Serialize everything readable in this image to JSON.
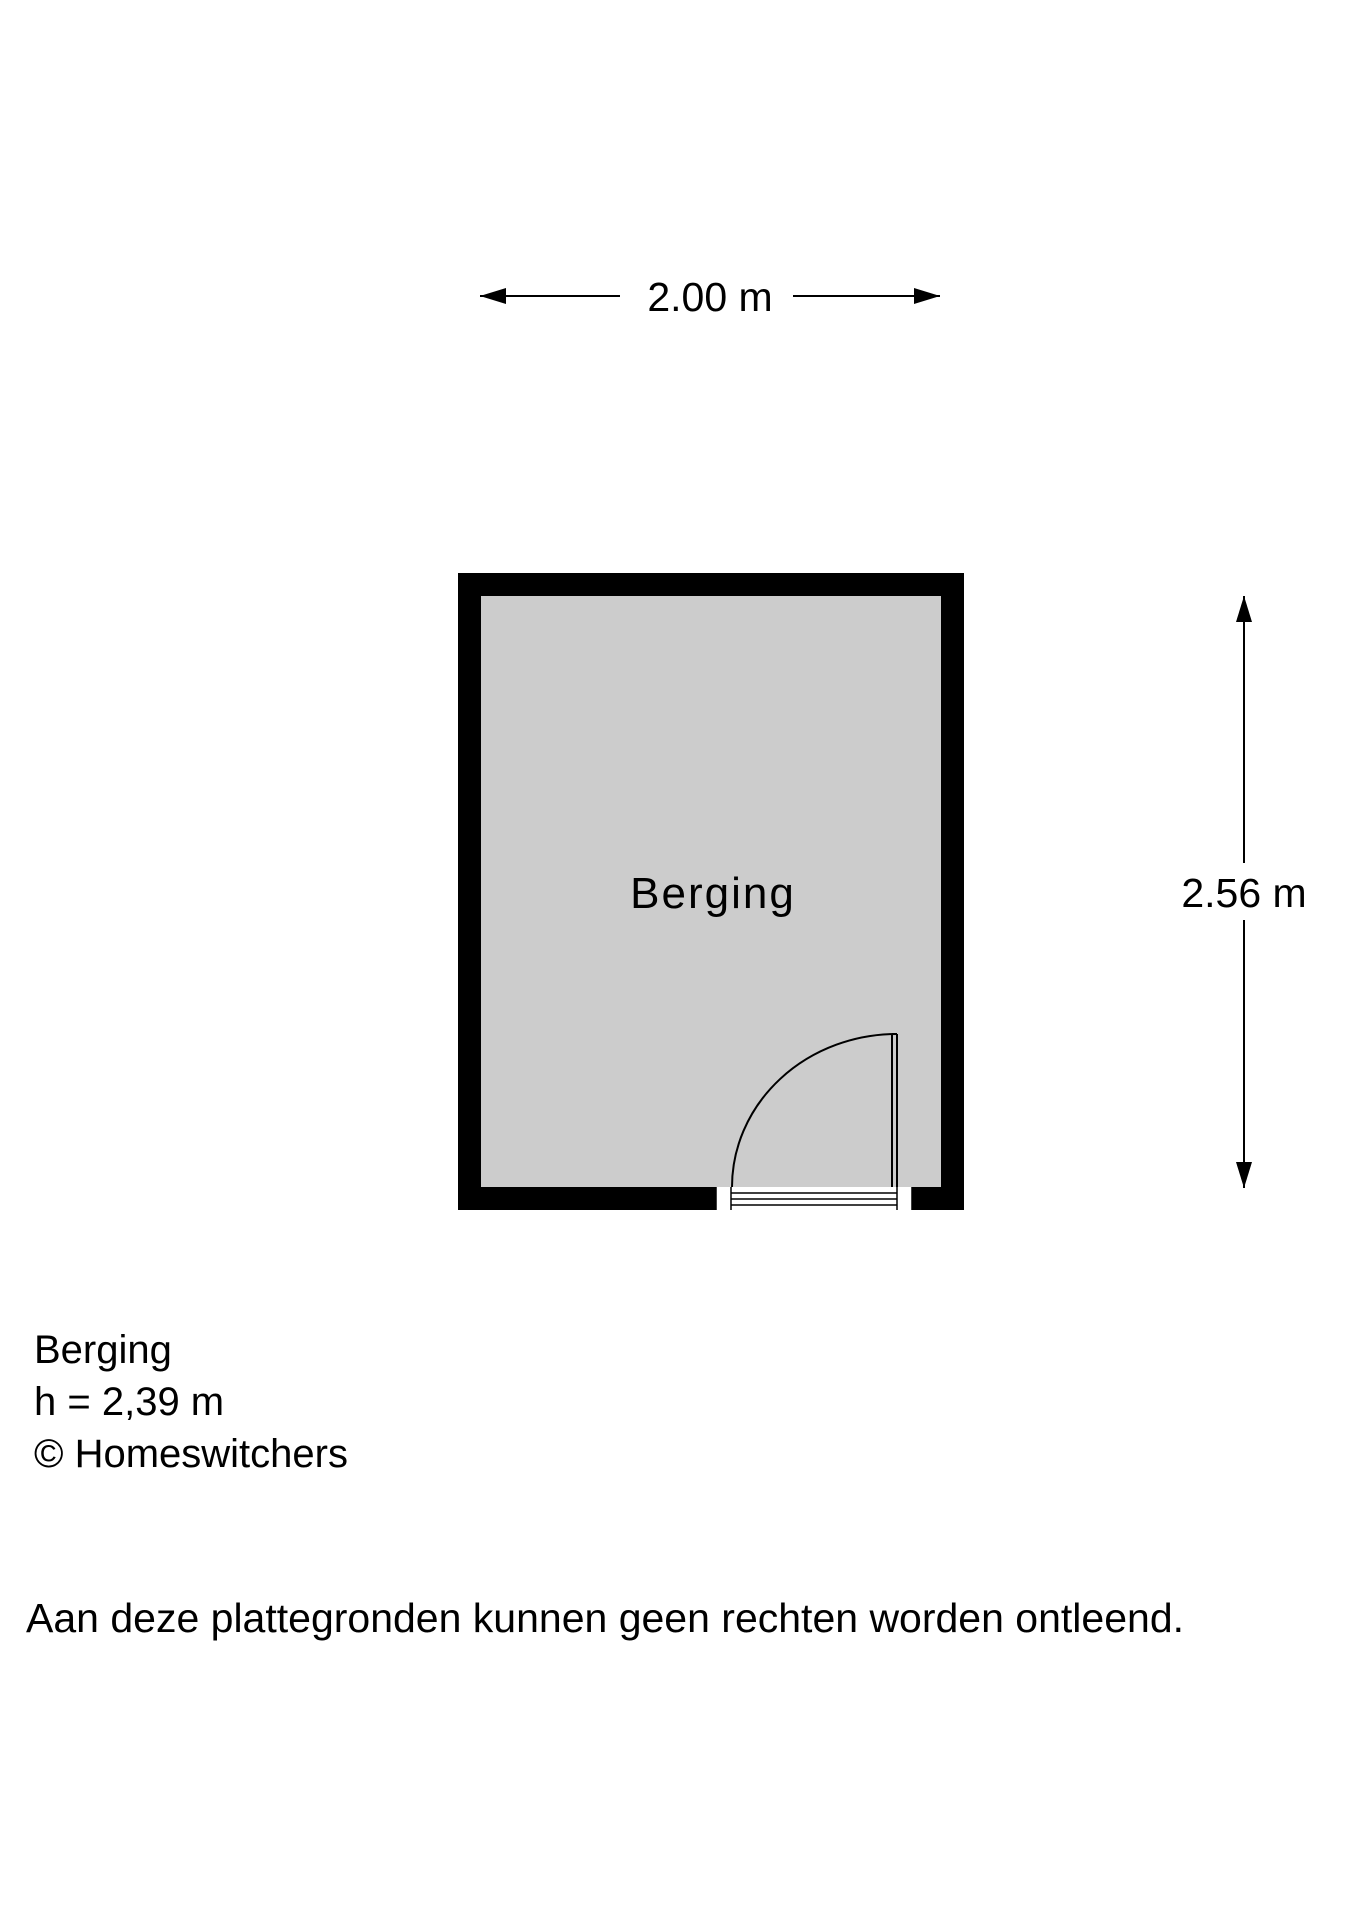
{
  "room": {
    "label": "Berging"
  },
  "dimensions": {
    "width_label": "2.00 m",
    "depth_label": "2.56 m"
  },
  "info": {
    "room_name": "Berging",
    "height": "h = 2,39 m",
    "copyright": "© Homeswitchers"
  },
  "disclaimer": "Aan deze plattegronden kunnen geen rechten worden ontleend.",
  "colors": {
    "wall": "#000000",
    "floor": "#cccccc",
    "background": "#ffffff"
  }
}
